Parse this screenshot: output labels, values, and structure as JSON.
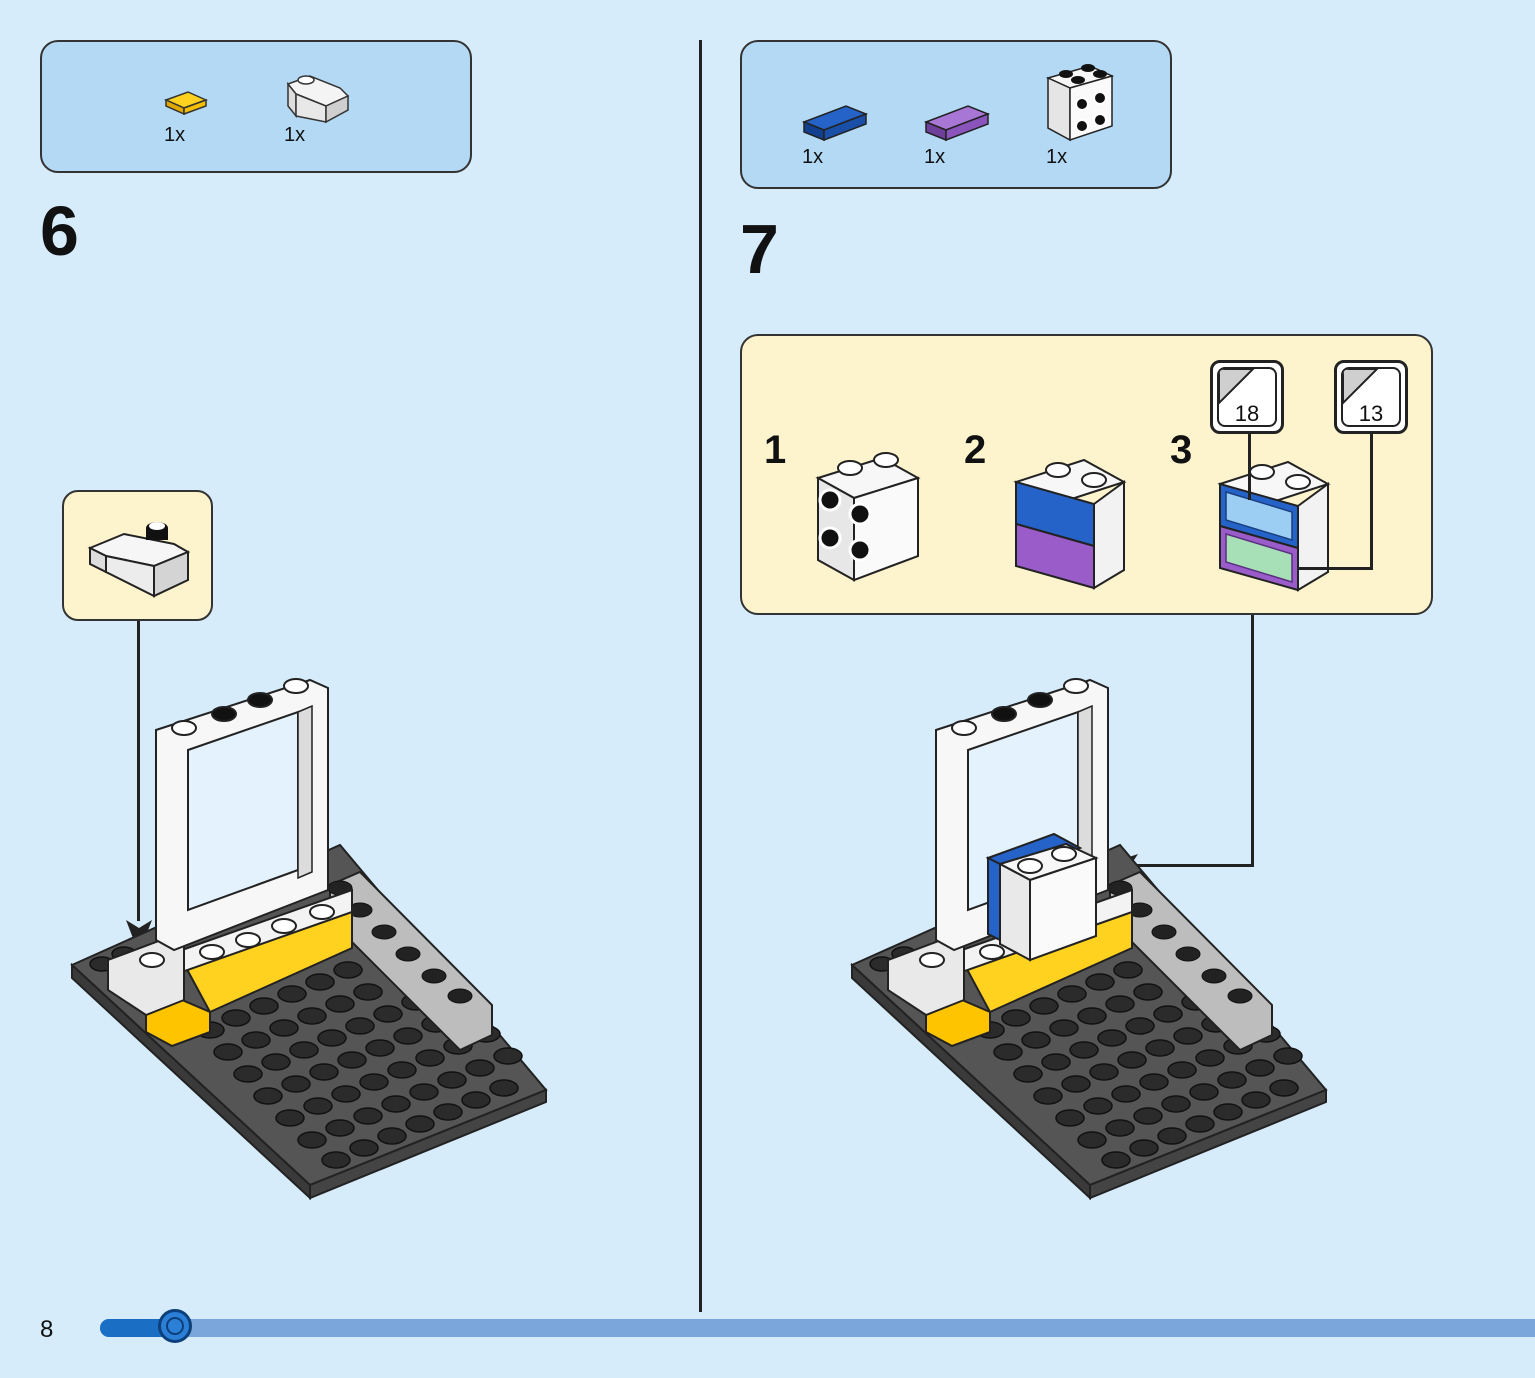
{
  "page": {
    "number": "8",
    "progress_fraction": 0.04
  },
  "step6": {
    "number": "6",
    "parts": [
      {
        "qty": "1x",
        "icon": "yellow-1x1-tile-icon"
      },
      {
        "qty": "1x",
        "icon": "white-1x2-slope-brick-icon"
      }
    ],
    "callout_icon": "white-1x2-slope-brick-icon"
  },
  "step7": {
    "number": "7",
    "parts": [
      {
        "qty": "1x",
        "icon": "blue-1x2-tile-icon"
      },
      {
        "qty": "1x",
        "icon": "purple-1x2-tile-icon"
      },
      {
        "qty": "1x",
        "icon": "white-2x2-brick-with-studs-icon"
      }
    ],
    "substeps": [
      {
        "number": "1"
      },
      {
        "number": "2"
      },
      {
        "number": "3"
      }
    ],
    "stickers": [
      "18",
      "13"
    ]
  },
  "colors": {
    "background": "#d6ecfb",
    "parts_panel": "#b4d9f5",
    "callout_panel": "#fdf3cd",
    "progress": "#1a6fc4"
  }
}
